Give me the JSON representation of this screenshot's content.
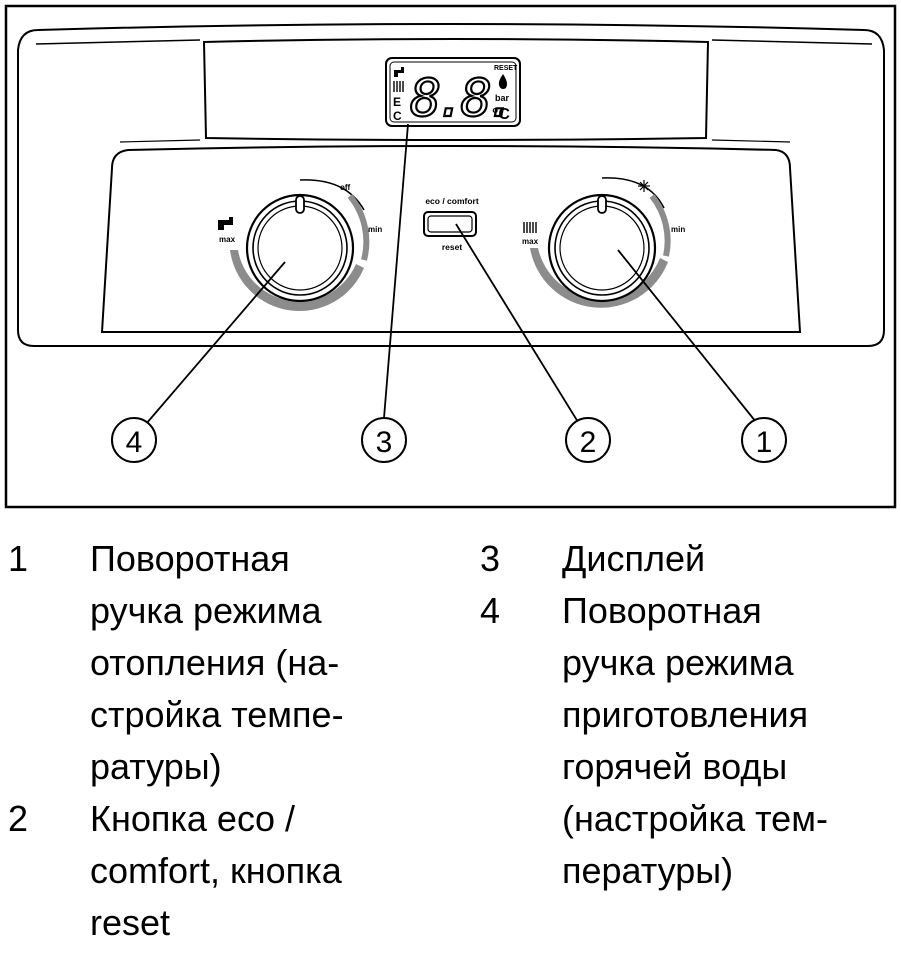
{
  "panel": {
    "display": {
      "digits": "8.8.",
      "reset_label": "RESET",
      "bar_label": "bar",
      "celsius_label": "°C",
      "e_label": "E",
      "c_label": "C"
    },
    "knob_left": {
      "off_label": "off",
      "min_label": "min",
      "max_label": "max"
    },
    "button": {
      "top_label": "eco / comfort",
      "bottom_label": "reset"
    },
    "knob_right": {
      "min_label": "min",
      "max_label": "max"
    },
    "callouts": [
      "4",
      "3",
      "2",
      "1"
    ]
  },
  "legend": {
    "left": [
      {
        "num": "1",
        "text": "Поворотная\nручка режима\nотопления (на-\nстройка темпе-\nратуры)"
      },
      {
        "num": "2",
        "text": "Кнопка eco /\ncomfort, кнопка\nreset"
      }
    ],
    "right": [
      {
        "num": "3",
        "text": "Дисплей"
      },
      {
        "num": "4",
        "text": "Поворотная\nручка режима\nприготовления\nгорячей воды\n(настройка тем-\nпературы)"
      }
    ]
  }
}
